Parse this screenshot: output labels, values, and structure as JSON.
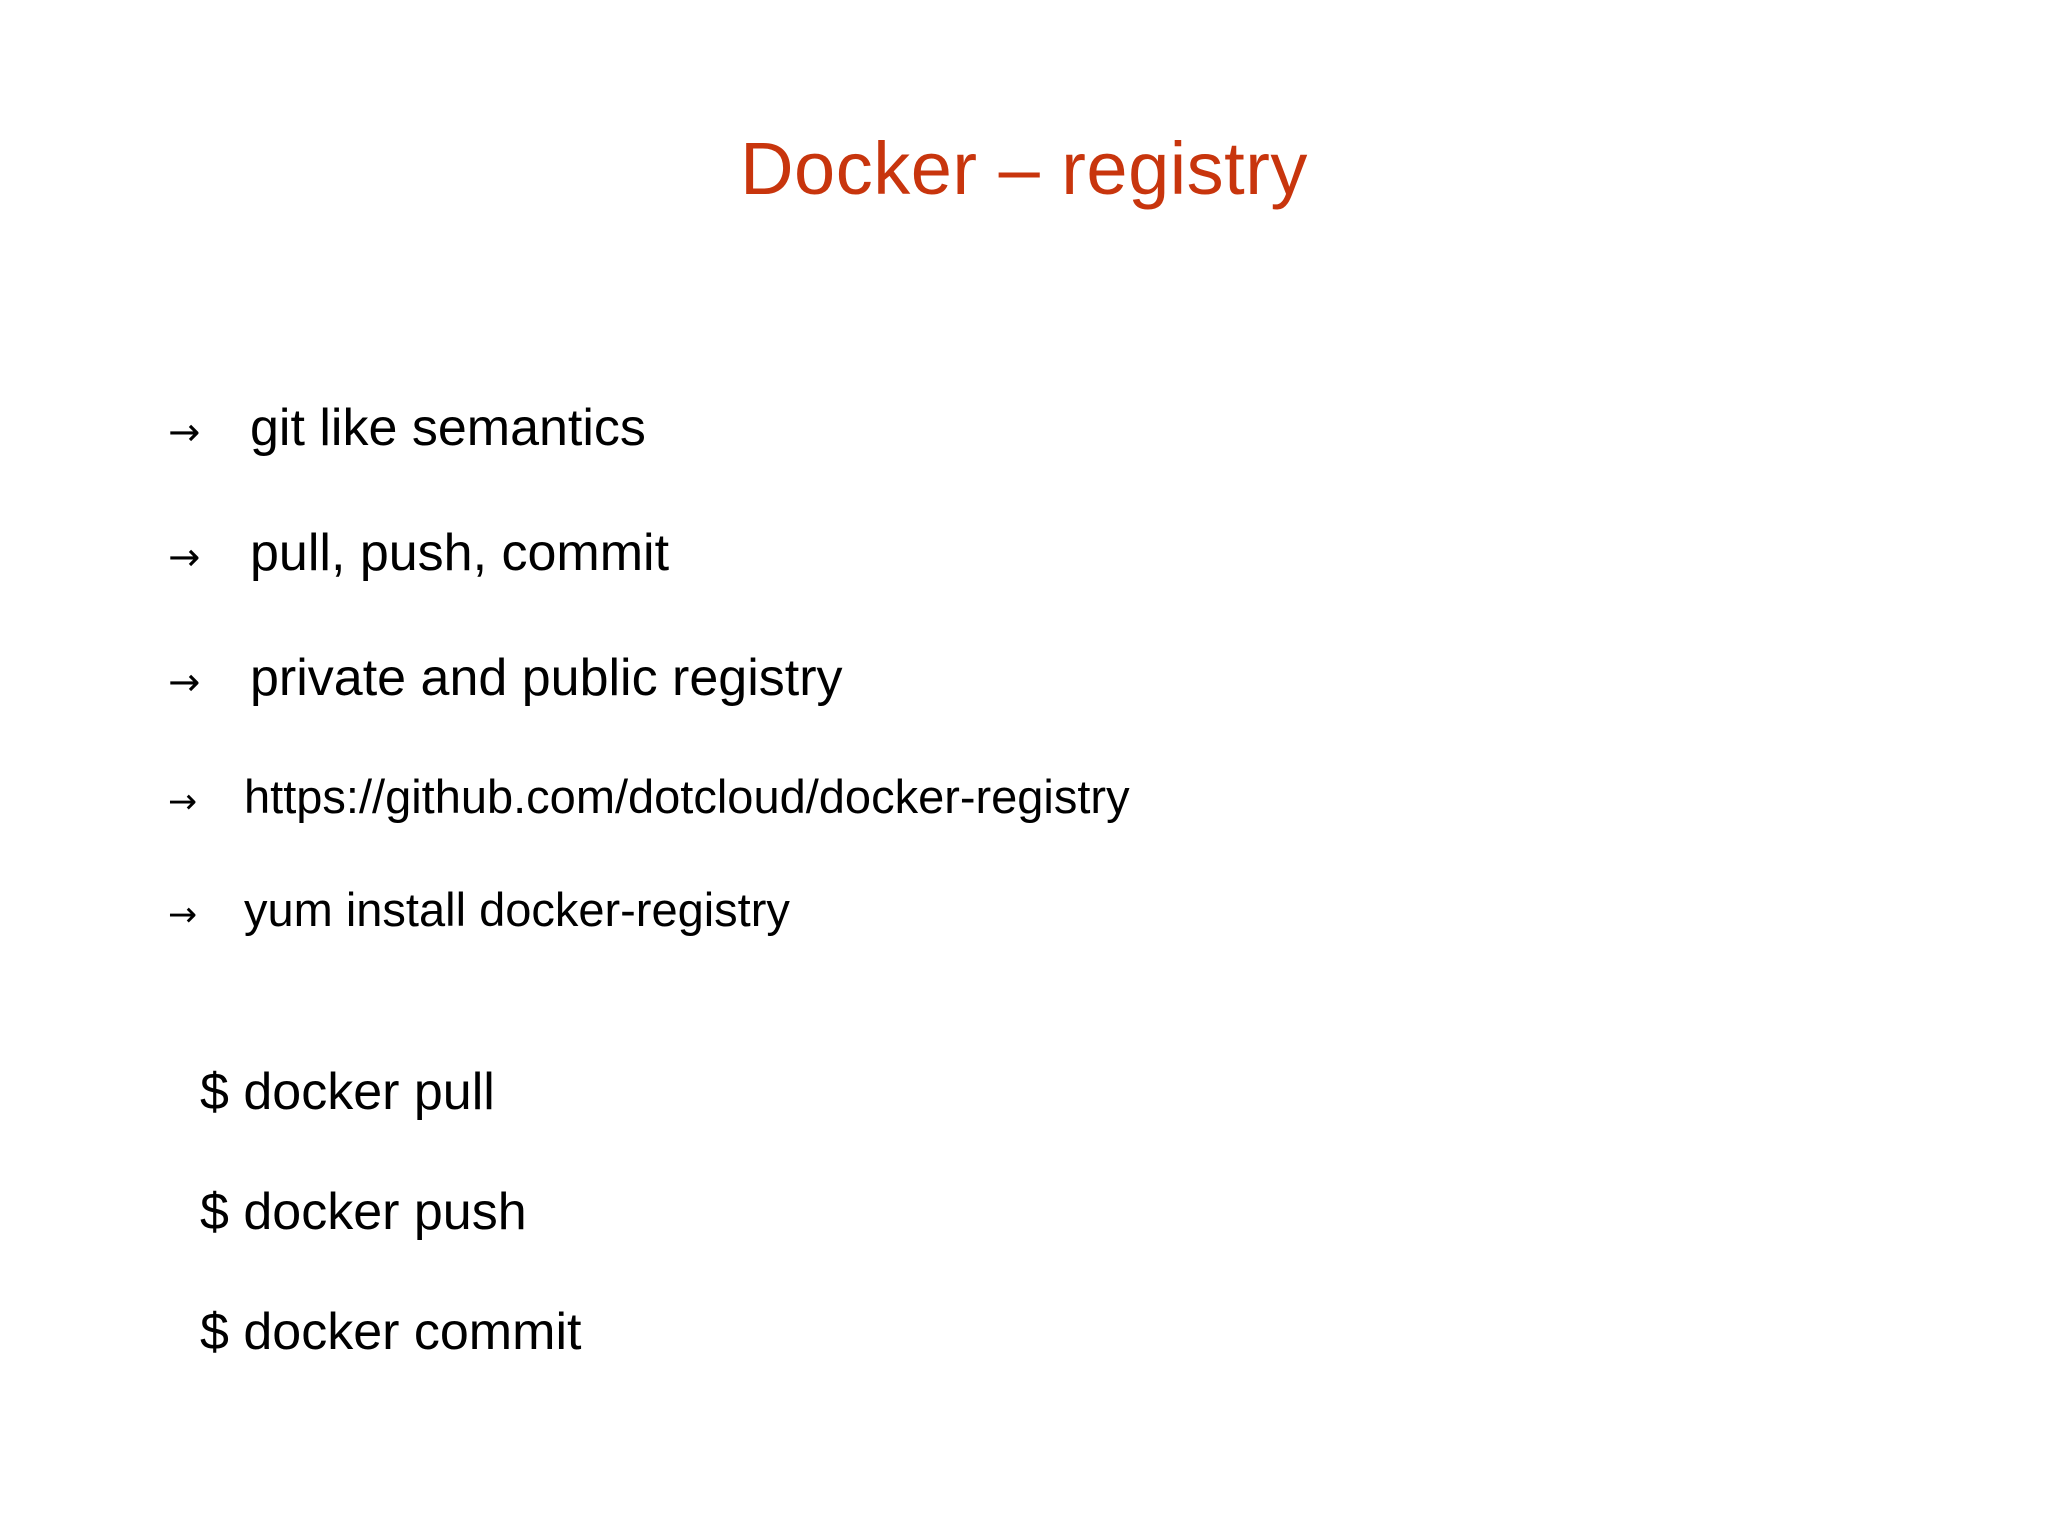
{
  "slide": {
    "title": "Docker – registry",
    "title_color": "#c8350d",
    "background_color": "#ffffff",
    "text_color": "#000000"
  },
  "bullets": {
    "marker": "→",
    "items": [
      {
        "text": "git like semantics",
        "size": "lg"
      },
      {
        "text": "pull, push, commit",
        "size": "lg"
      },
      {
        "text": "private and public registry",
        "size": "lg"
      },
      {
        "text": "https://github.com/dotcloud/docker-registry",
        "size": "sm"
      },
      {
        "text": "yum install docker-registry",
        "size": "sm"
      }
    ]
  },
  "commands": {
    "lines": [
      "$ docker pull",
      "$ docker push",
      "$ docker commit"
    ]
  }
}
